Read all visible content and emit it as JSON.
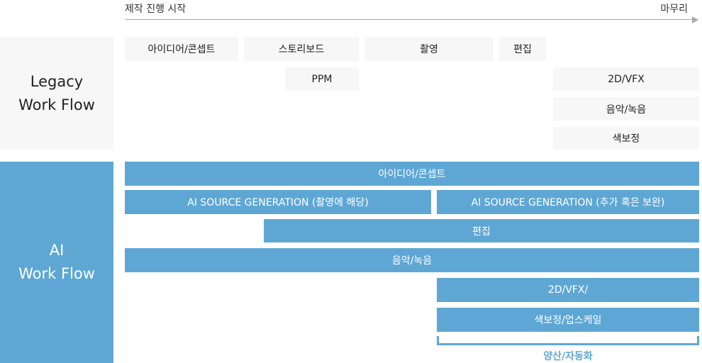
{
  "timeline": {
    "start_label": "제작 진행 시작",
    "end_label": "마무리"
  },
  "legacy": {
    "title": "Legacy\nWork Flow",
    "steps": {
      "idea": "아이디어/콘셉트",
      "storyboard": "스토리보드",
      "shooting": "촬영",
      "edit": "편집",
      "ppm": "PPM",
      "vfx": "2D/VFX",
      "music": "음악/녹음",
      "color": "색보정"
    }
  },
  "ai": {
    "title": "AI\nWork Flow",
    "steps": {
      "idea": "아이디어/콘셉트",
      "gen_shooting": "AI SOURCE GENERATION (촬영에 해당)",
      "gen_extra": "AI SOURCE GENERATION (추가 혹은 보완)",
      "edit": "편집",
      "music": "음악/녹음",
      "vfx": "2D/VFX/",
      "color": "색보정/업스케일"
    },
    "bracket_label": "양산/자동화"
  },
  "colors": {
    "accent": "#5ea7d5",
    "legacy_bg": "#f7f7f7",
    "arrow": "#aaaaaa"
  }
}
